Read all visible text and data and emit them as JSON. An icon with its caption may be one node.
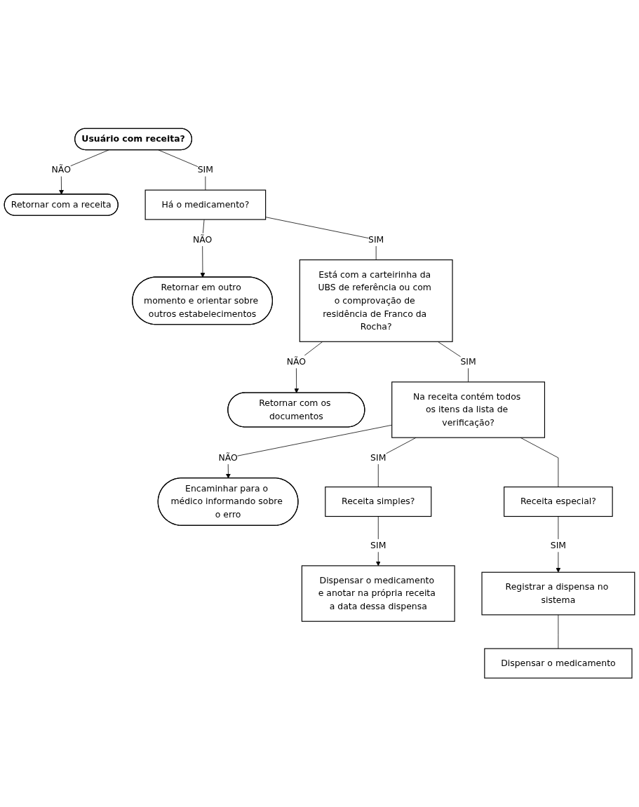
{
  "diagram": {
    "nodes": [
      {
        "text": [
          "Usuário com receita?"
        ]
      },
      {
        "text": [
          "Retornar com a receita"
        ]
      },
      {
        "text": [
          "Há o medicamento?"
        ]
      },
      {
        "text": [
          "Retornar em outro momento e orientar sobre outros estabelecimentos"
        ]
      },
      {
        "text": [
          "Está com a carteirinha da UBS de referência ou com o comprovação de residência de Franco da Rocha?"
        ]
      },
      {
        "text": [
          "Retornar com os documentos"
        ]
      },
      {
        "text": [
          "Na receita contém todos os itens da lista de verificação?"
        ]
      },
      {
        "text": [
          "Encaminhar para o médico informando sobre o erro"
        ]
      },
      {
        "text": [
          "Receita simples?"
        ]
      },
      {
        "text": [
          "Dispensar o medicamento e anotar na própria receita a data dessa dispensa"
        ]
      },
      {
        "text": [
          "Receita especial?"
        ]
      },
      {
        "text": [
          "Registrar a dispensa no sistema"
        ]
      },
      {
        "text": [
          "Dispensar o medicamento"
        ]
      }
    ],
    "edges": [
      {
        "from": 0,
        "to": 2,
        "label": "SIM",
        "arrow": "none"
      },
      {
        "from": 0,
        "to": 1,
        "label": "NÃO",
        "arrow": "to"
      },
      {
        "from": 2,
        "to": 3,
        "label": "NÃO",
        "arrow": "to"
      },
      {
        "from": 2,
        "to": 4,
        "label": "SIM",
        "arrow": "none"
      },
      {
        "from": 4,
        "to": 5,
        "label": "NÃO",
        "arrow": "to"
      },
      {
        "from": 4,
        "to": 6,
        "label": "SIM",
        "arrow": "none"
      },
      {
        "from": 6,
        "to": 7,
        "label": "NÃO",
        "arrow": "to"
      },
      {
        "from": 6,
        "to": 8,
        "label": "SIM",
        "arrow": "none"
      },
      {
        "from": 6,
        "to": 10,
        "arrow": "none"
      },
      {
        "from": 8,
        "to": 9,
        "label": "SIM",
        "arrow": "to"
      },
      {
        "from": 10,
        "to": 11,
        "label": "SIM",
        "arrow": "to"
      },
      {
        "from": 11,
        "to": 12,
        "arrow": "none"
      }
    ]
  }
}
